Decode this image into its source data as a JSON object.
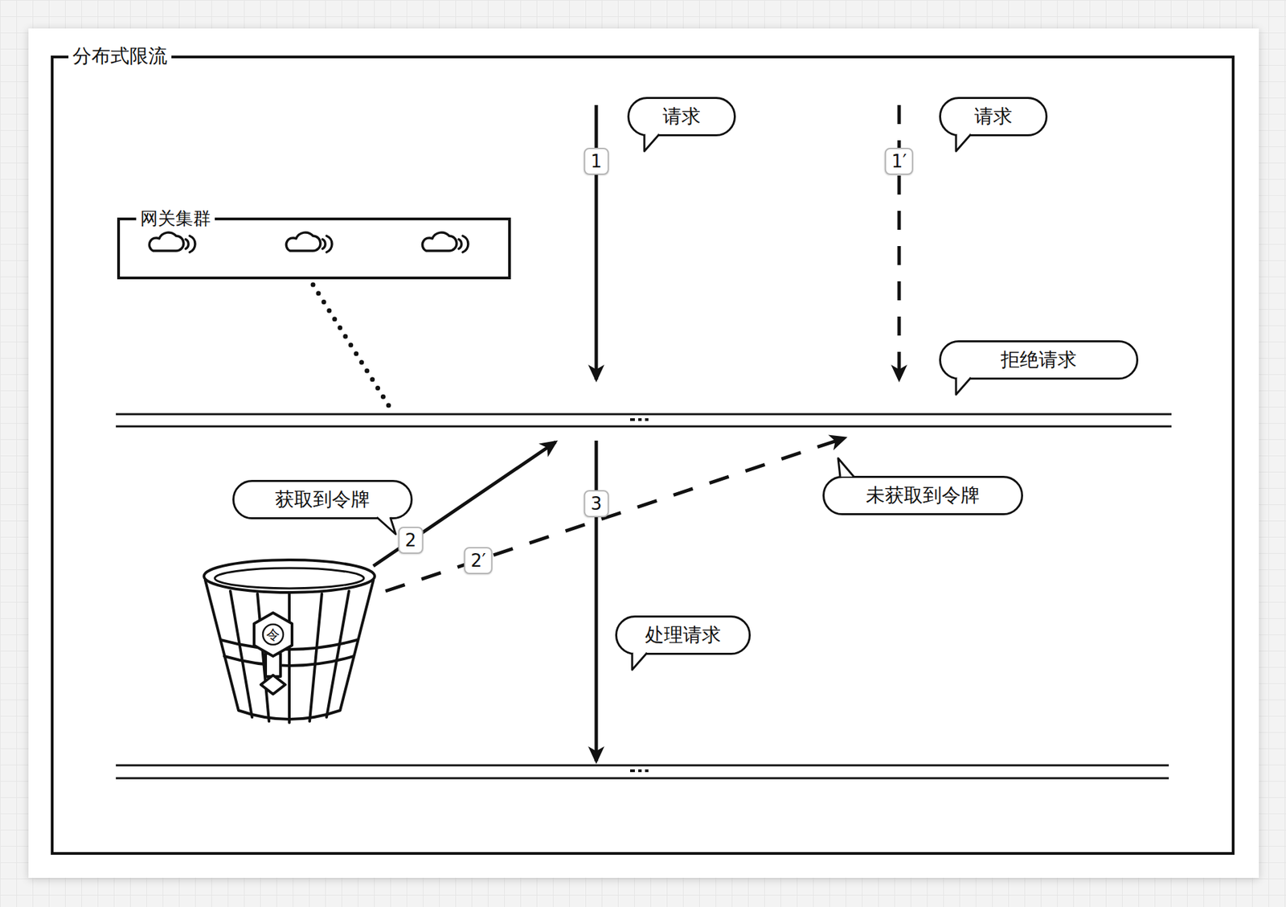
{
  "diagram": {
    "nodes": [
      {
        "text": [
          "分布式限流"
        ]
      },
      {
        "text": [
          "请求"
        ],
        "in": 0
      },
      {
        "text": [
          "请求"
        ],
        "in": 0
      },
      {
        "text": [
          "网关集群"
        ],
        "in": 0
      },
      {
        "text": [
          "拒绝请求"
        ],
        "in": 0
      },
      {
        "text": [
          "获取到令牌"
        ],
        "in": 0
      },
      {
        "text": [
          "未获取到令牌"
        ],
        "in": 0
      },
      {
        "text": [
          "处理请求"
        ],
        "in": 0
      }
    ],
    "labels": [
      "1",
      "1′",
      "2",
      "2′",
      "3",
      "令"
    ]
  }
}
